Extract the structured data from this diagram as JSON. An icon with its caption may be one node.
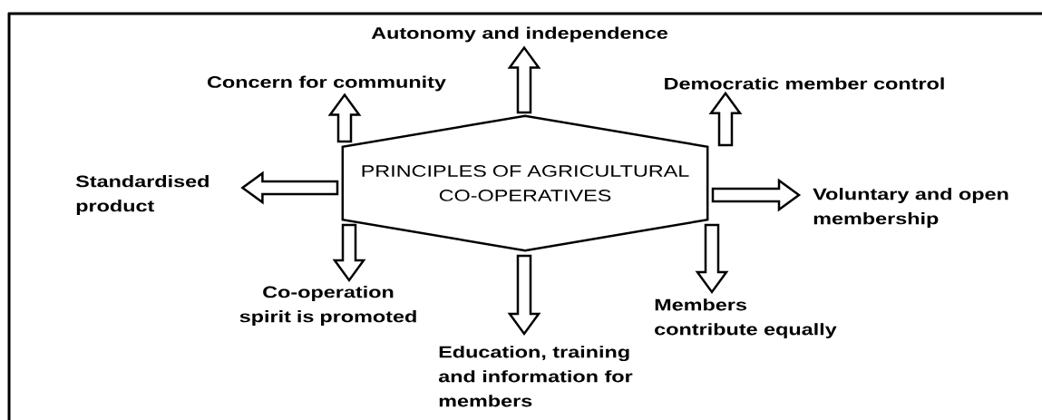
{
  "diagram": {
    "nodes": [
      {
        "text": [
          "PRINCIPLES OF AGRICULTURAL CO-OPERATIVES"
        ]
      },
      {
        "text": [
          "Autonomy and independence"
        ]
      },
      {
        "text": [
          "Concern for community"
        ]
      },
      {
        "text": [
          "Democratic member control"
        ]
      },
      {
        "text": [
          "Standardised product"
        ]
      },
      {
        "text": [
          "Voluntary and open membership"
        ]
      },
      {
        "text": [
          "Co-operation spirit is promoted"
        ]
      },
      {
        "text": [
          "Members contribute equally"
        ]
      },
      {
        "text": [
          "Education, training and information for members"
        ]
      }
    ],
    "edges": [
      {
        "from": 0,
        "to": 1,
        "arrow": "to"
      },
      {
        "from": 0,
        "to": 2,
        "arrow": "to"
      },
      {
        "from": 0,
        "to": 3,
        "arrow": "to"
      },
      {
        "from": 0,
        "to": 4,
        "arrow": "to"
      },
      {
        "from": 0,
        "to": 5,
        "arrow": "to"
      },
      {
        "from": 0,
        "to": 6,
        "arrow": "to"
      },
      {
        "from": 0,
        "to": 8,
        "arrow": "to"
      },
      {
        "from": 0,
        "to": 7,
        "arrow": "to"
      }
    ]
  }
}
